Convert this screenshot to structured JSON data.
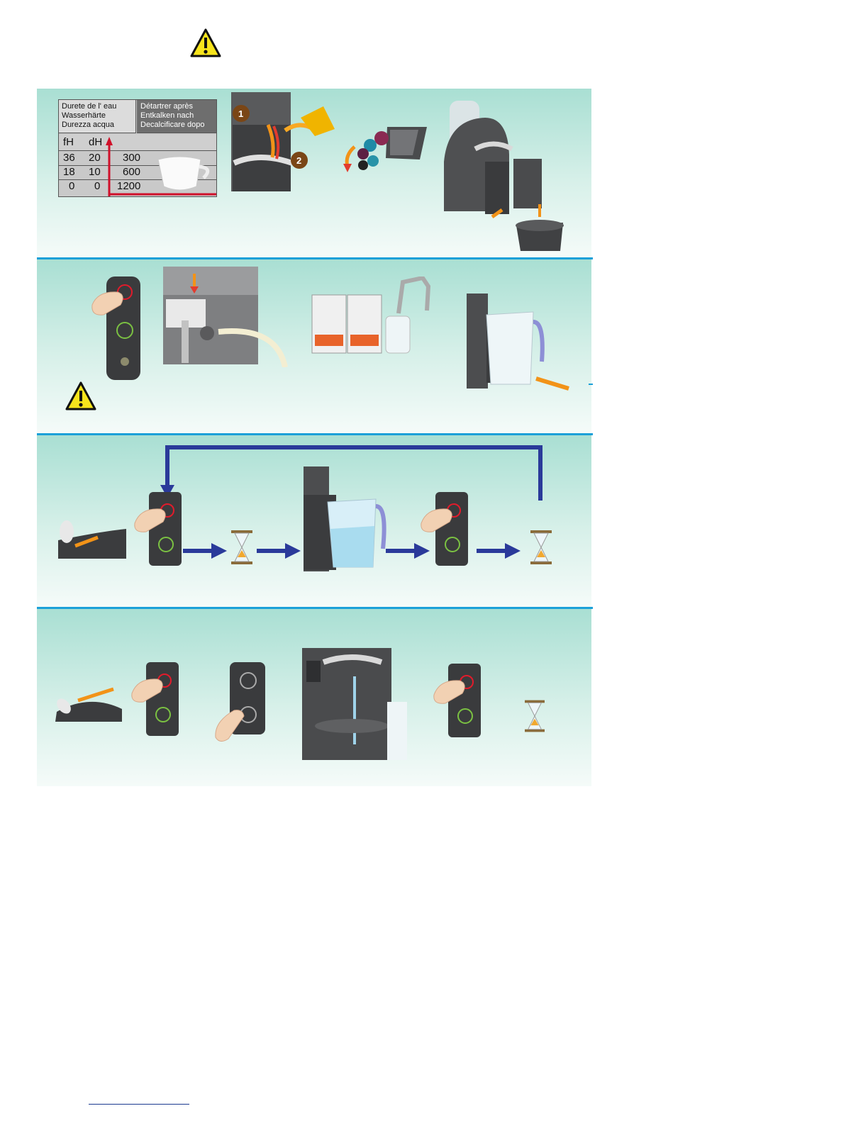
{
  "hardness_table": {
    "header_left": [
      "Durete de l' eau",
      "Wasserhärte",
      "Durezza acqua"
    ],
    "header_right": [
      "Détartrer après",
      "Entkalken nach",
      "Decalcificare dopo"
    ],
    "col_fh": "fH",
    "col_dh": "dH",
    "rows": [
      {
        "fh": "36",
        "dh": "20",
        "cups": "300"
      },
      {
        "fh": "18",
        "dh": "10",
        "cups": "600"
      },
      {
        "fh": "0",
        "dh": "0",
        "cups": "1200"
      }
    ]
  },
  "step_badges": [
    "1",
    "2"
  ],
  "icons": [
    "warning-icon",
    "hourglass-icon",
    "arrow-icon",
    "finger-press-icon",
    "cup-icon"
  ],
  "colors": {
    "panel_top": "#a9dfd3",
    "separator": "#1ba0d8",
    "flow_arrow": "#2a3a9a",
    "warning_yellow": "#f7e41c"
  }
}
